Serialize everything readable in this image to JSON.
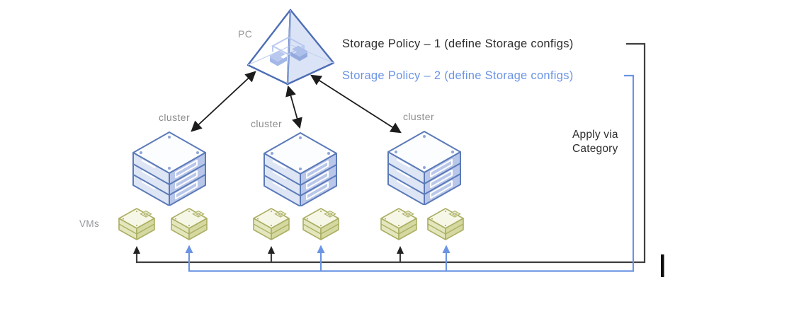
{
  "diagram": {
    "pc_label": "PC",
    "cluster_labels": [
      "cluster",
      "cluster",
      "cluster"
    ],
    "vms_label": "VMs",
    "policy1_label": "Storage Policy – 1 (define Storage configs)",
    "policy2_label": "Storage Policy – 2 (define Storage configs)",
    "apply_line1": "Apply via",
    "apply_line2": "Category",
    "colors": {
      "policy1_text": "#2d2d2f",
      "policy2_text": "#6b94e4",
      "line_black": "#3e3e3e",
      "line_blue": "#6b94e4",
      "cluster_outline": "#5b7ab8",
      "cluster_face_left": "#dee6f5",
      "cluster_face_right": "#b9c7ea",
      "cluster_face_top": "#fcfdfe",
      "pyramid_outline": "#4e6db5",
      "pyramid_face_right": "#dbe4f7",
      "vm_outline": "#abaf64",
      "vm_face_top": "#f6f7e7",
      "vm_face_left": "#e4e7bd",
      "vm_face_right": "#d5d9a0",
      "label_gray": "#8c8c8e"
    }
  }
}
